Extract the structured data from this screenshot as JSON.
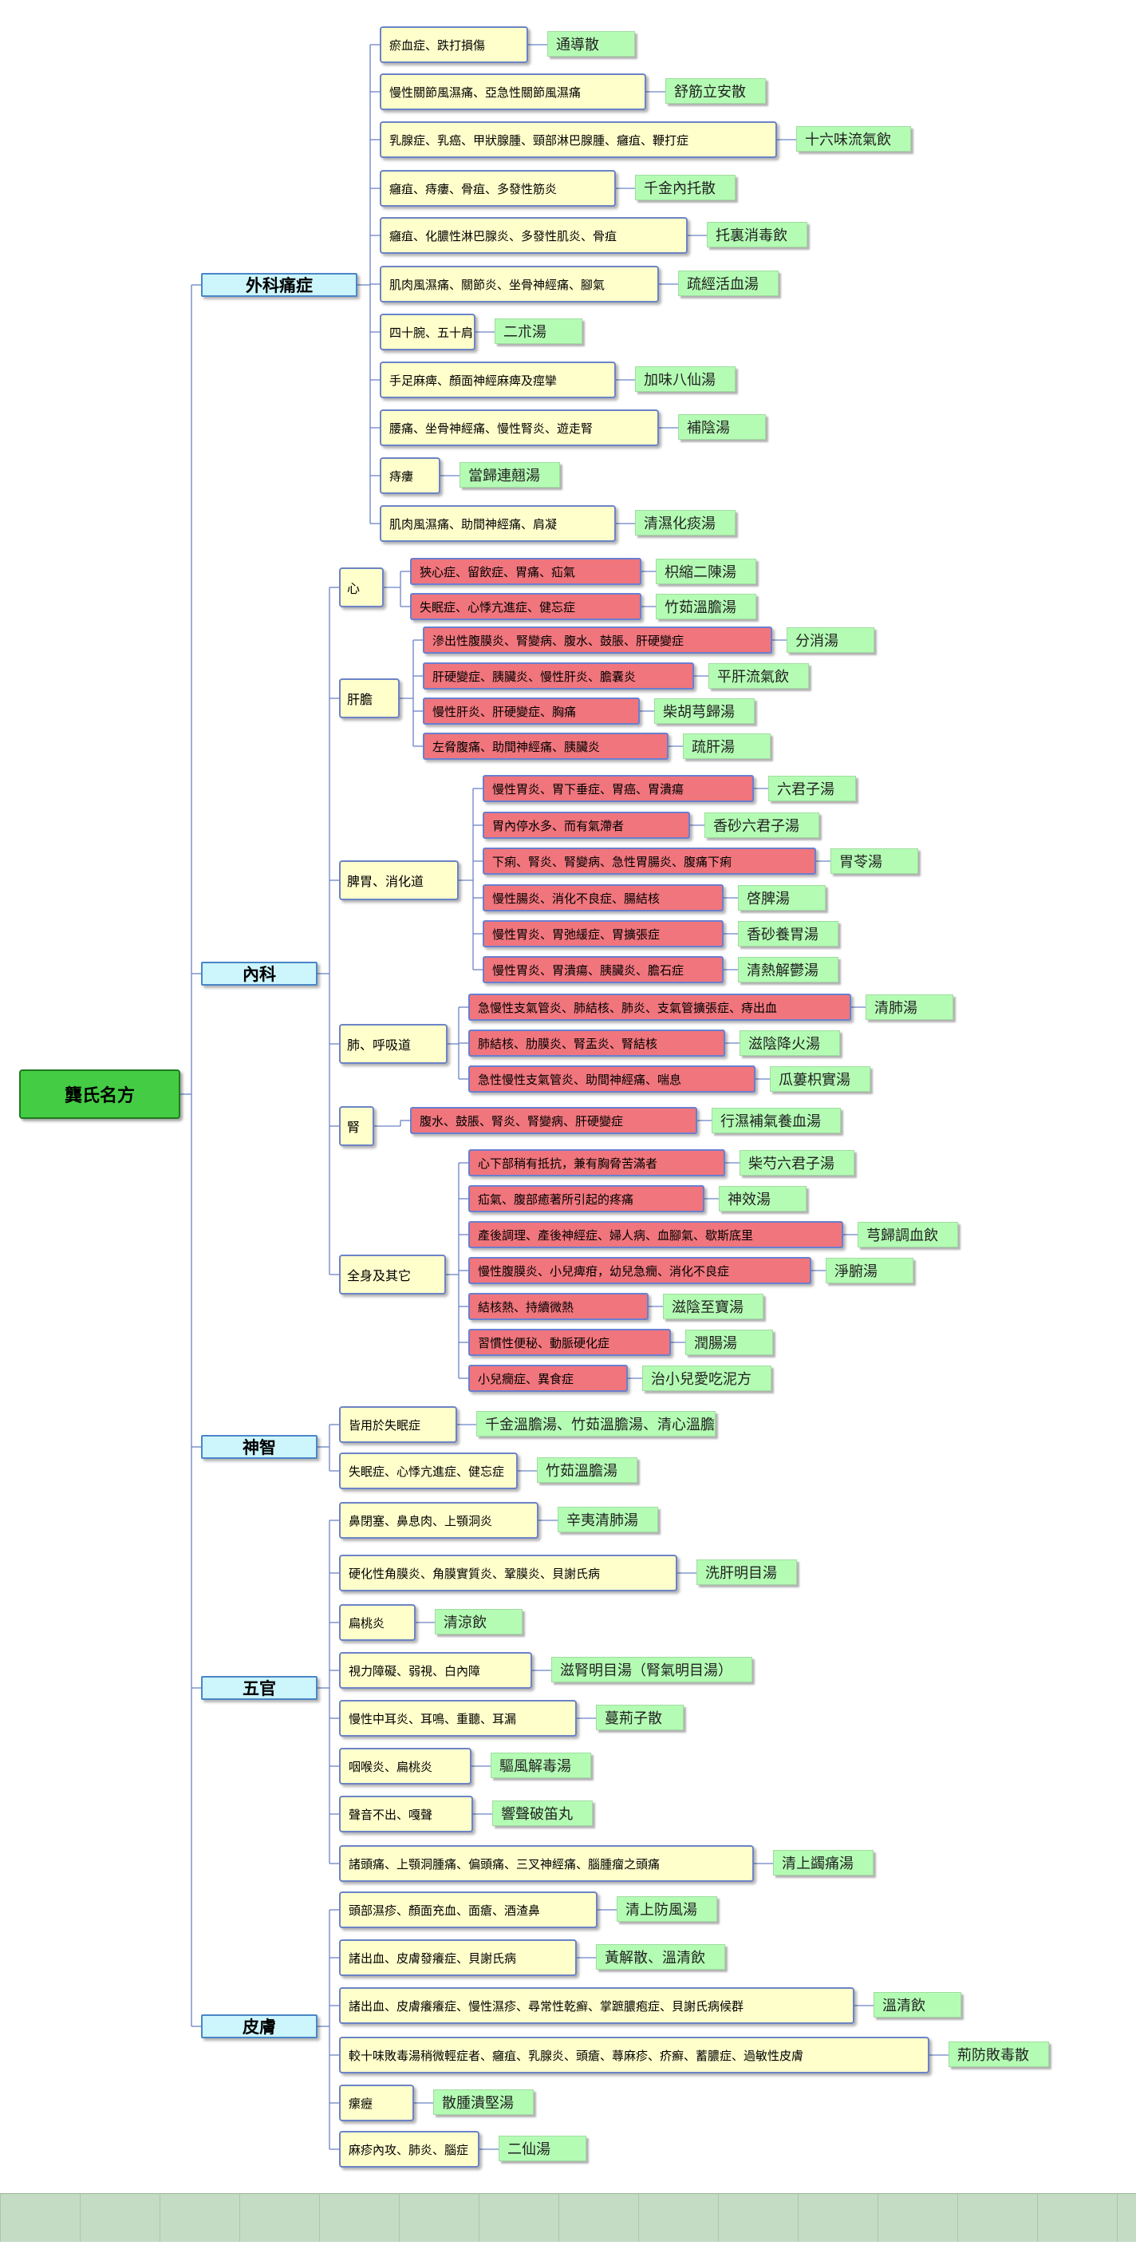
{
  "root": "龔氏名方",
  "categories": [
    {
      "name": "外科痛症",
      "items": [
        {
          "sym": "瘀血症、跌打損傷",
          "rx": "通導散"
        },
        {
          "sym": "慢性關節風濕痛、亞急性關節風濕痛",
          "rx": "舒筋立安散"
        },
        {
          "sym": "乳腺症、乳癌、甲狀腺腫、頸部淋巴腺腫、癰疽、鞭打症",
          "rx": "十六味流氣飲"
        },
        {
          "sym": "癰疽、痔瘻、骨疽、多發性筋炎",
          "rx": "千金內托散"
        },
        {
          "sym": "癰疽、化膿性淋巴腺炎、多發性肌炎、骨疽",
          "rx": "托裏消毒飲"
        },
        {
          "sym": "肌肉風濕痛、關節炎、坐骨神經痛、腳氣",
          "rx": "疏經活血湯"
        },
        {
          "sym": "四十腕、五十肩",
          "rx": "二朮湯"
        },
        {
          "sym": "手足麻痺、顏面神經麻痺及痙攣",
          "rx": "加味八仙湯"
        },
        {
          "sym": "腰痛、坐骨神經痛、慢性腎炎、遊走腎",
          "rx": "補陰湯"
        },
        {
          "sym": "痔瘻",
          "rx": "當歸連翹湯"
        },
        {
          "sym": "肌肉風濕痛、助間神經痛、肩凝",
          "rx": "清濕化痰湯"
        }
      ]
    },
    {
      "name": "內科",
      "groups": [
        {
          "name": "心",
          "items": [
            {
              "sym": "狹心症、留飲症、胃痛、疝氣",
              "rx": "枳縮二陳湯"
            },
            {
              "sym": "失眠症、心悸亢進症、健忘症",
              "rx": "竹茹溫膽湯"
            }
          ]
        },
        {
          "name": "肝膽",
          "items": [
            {
              "sym": "滲出性腹膜炎、腎變病、腹水、鼓脹、肝硬變症",
              "rx": "分消湯"
            },
            {
              "sym": "肝硬變症、胰臟炎、慢性肝炎、膽囊炎",
              "rx": "平肝流氣飲"
            },
            {
              "sym": "慢性肝炎、肝硬變症、胸痛",
              "rx": "柴胡芎歸湯"
            },
            {
              "sym": "左脅腹痛、助間神經痛、胰臟炎",
              "rx": "疏肝湯"
            }
          ]
        },
        {
          "name": "脾胃、消化道",
          "items": [
            {
              "sym": "慢性胃炎、胃下垂症、胃癌、胃潰瘍",
              "rx": "六君子湯"
            },
            {
              "sym": "胃內停水多、而有氣滯者",
              "rx": "香砂六君子湯"
            },
            {
              "sym": "下痢、腎炎、腎變病、急性胃腸炎、腹痛下痢",
              "rx": "胃苓湯"
            },
            {
              "sym": "慢性腸炎、消化不良症、腸結核",
              "rx": "啓脾湯"
            },
            {
              "sym": "慢性胃炎、胃弛緩症、胃擴張症",
              "rx": "香砂養胃湯"
            },
            {
              "sym": "慢性胃炎、胃潰瘍、胰臟炎、膽石症",
              "rx": "清熱解鬱湯"
            }
          ]
        },
        {
          "name": "肺、呼吸道",
          "items": [
            {
              "sym": "急慢性支氣管炎、肺結核、肺炎、支氣管擴張症、痔出血",
              "rx": "清肺湯"
            },
            {
              "sym": "肺結核、肋膜炎、腎盂炎、腎結核",
              "rx": "滋陰降火湯"
            },
            {
              "sym": "急性慢性支氣管炎、助間神經痛、喘息",
              "rx": "瓜蔞枳實湯"
            }
          ]
        },
        {
          "name": "腎",
          "items": [
            {
              "sym": "腹水、鼓脹、腎炎、腎變病、肝硬變症",
              "rx": "行濕補氣養血湯"
            }
          ]
        },
        {
          "name": "全身及其它",
          "items": [
            {
              "sym": "心下部稍有抵抗，兼有胸脅苦滿者",
              "rx": "柴芍六君子湯"
            },
            {
              "sym": "疝氣、腹部癒著所引起的疼痛",
              "rx": "神效湯"
            },
            {
              "sym": "產後調理、產後神經症、婦人病、血腳氣、歇斯底里",
              "rx": "芎歸調血飲"
            },
            {
              "sym": "慢性腹膜炎、小兒痺疳，幼兒急癇、消化不良症",
              "rx": "淨腑湯"
            },
            {
              "sym": "結核熱、持續微熱",
              "rx": "滋陰至寶湯"
            },
            {
              "sym": "習慣性便秘、動脈硬化症",
              "rx": "潤腸湯"
            },
            {
              "sym": "小兒癇症、異食症",
              "rx": "治小兒愛吃泥方"
            }
          ]
        }
      ]
    },
    {
      "name": "神智",
      "items": [
        {
          "sym": "皆用於失眠症",
          "rx": "千金溫膽湯、竹茹溫膽湯、清心溫膽湯"
        },
        {
          "sym": "失眠症、心悸亢進症、健忘症",
          "rx": "竹茹溫膽湯"
        }
      ]
    },
    {
      "name": "五官",
      "items": [
        {
          "sym": "鼻閉塞、鼻息肉、上顎洞炎",
          "rx": "辛夷清肺湯"
        },
        {
          "sym": "硬化性角膜炎、角膜實質炎、鞏膜炎、貝謝氏病",
          "rx": "洗肝明目湯"
        },
        {
          "sym": "扁桃炎",
          "rx": "清涼飲"
        },
        {
          "sym": "視力障礙、弱視、白內障",
          "rx": "滋腎明目湯（腎氣明目湯）"
        },
        {
          "sym": "慢性中耳炎、耳鳴、重聽、耳漏",
          "rx": "蔓荊子散"
        },
        {
          "sym": "咽喉炎、扁桃炎",
          "rx": "驅風解毒湯"
        },
        {
          "sym": "聲音不出、嘎聲",
          "rx": "響聲破笛丸"
        },
        {
          "sym": "諸頭痛、上顎洞腫痛、偏頭痛、三叉神經痛、腦腫瘤之頭痛",
          "rx": "清上蠲痛湯"
        }
      ]
    },
    {
      "name": "皮膚",
      "items": [
        {
          "sym": "頭部濕疹、顏面充血、面瘡、酒渣鼻",
          "rx": "清上防風湯"
        },
        {
          "sym": "諸出血、皮膚發癢症、貝謝氏病",
          "rx": "黃解散、溫清飲"
        },
        {
          "sym": "諸出血、皮膚癢癢症、慢性濕疹、尋常性乾癬、掌蹠膿疱症、貝謝氏病候群",
          "rx": "溫清飲"
        },
        {
          "sym": "較十味敗毒湯稍微輕症者、癰疽、乳腺炎、頭瘡、蕁麻疹、疥癬、蓄膿症、過敏性皮膚",
          "rx": "荊防敗毒散"
        },
        {
          "sym": "瘰癧",
          "rx": "散腫潰堅湯"
        },
        {
          "sym": "麻疹內攻、肺炎、腦症",
          "rx": "二仙湯"
        }
      ]
    }
  ],
  "colors": {
    "root_fill": "#44cc44",
    "category_fill": "#ccf5fc",
    "symptom_fill": "#ffffcc",
    "internal_symptom_fill": "#f0757c",
    "prescription_fill": "#b4fcb4",
    "connector": "#6b83c6"
  }
}
